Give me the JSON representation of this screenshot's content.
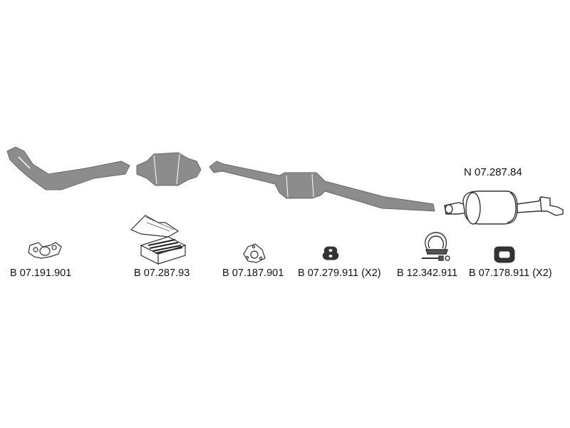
{
  "main_part": {
    "label": "N 07.287.84"
  },
  "parts": [
    {
      "label": "B 07.191.901",
      "icon": "two-bolt-flange-gasket-icon"
    },
    {
      "label": "B 07.287.93",
      "icon": "mounting-kit-box-icon"
    },
    {
      "label": "B 07.187.901",
      "icon": "triangular-gasket-icon"
    },
    {
      "label": "B 07.279.911 (X2)",
      "icon": "rubber-hanger-ring-icon"
    },
    {
      "label": "B 12.342.911",
      "icon": "clamp-with-bolt-icon"
    },
    {
      "label": "B 07.178.911 (X2)",
      "icon": "rubber-mount-icon"
    }
  ],
  "colors": {
    "pipe": "#8c8c8c",
    "outline": "#333333",
    "text": "#111111"
  }
}
